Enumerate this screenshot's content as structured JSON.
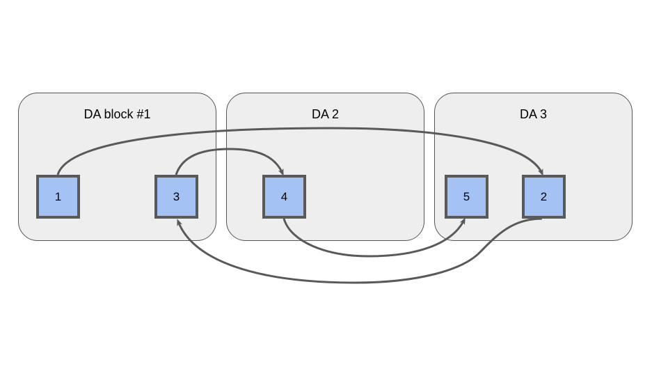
{
  "blocks": [
    {
      "id": "block-1",
      "title": "DA block #1"
    },
    {
      "id": "block-2",
      "title": "DA 2"
    },
    {
      "id": "block-3",
      "title": "DA 3"
    }
  ],
  "nodes": {
    "n1": "1",
    "n2": "2",
    "n3": "3",
    "n4": "4",
    "n5": "5"
  },
  "edges": [
    {
      "from": "1",
      "to": "2"
    },
    {
      "from": "3",
      "to": "4"
    },
    {
      "from": "4",
      "to": "5"
    },
    {
      "from": "2",
      "to": "3"
    }
  ],
  "colors": {
    "block_fill": "#eeeeee",
    "block_border": "#555555",
    "node_fill": "#a4c2f4",
    "node_border": "#595959",
    "edge": "#595959"
  }
}
